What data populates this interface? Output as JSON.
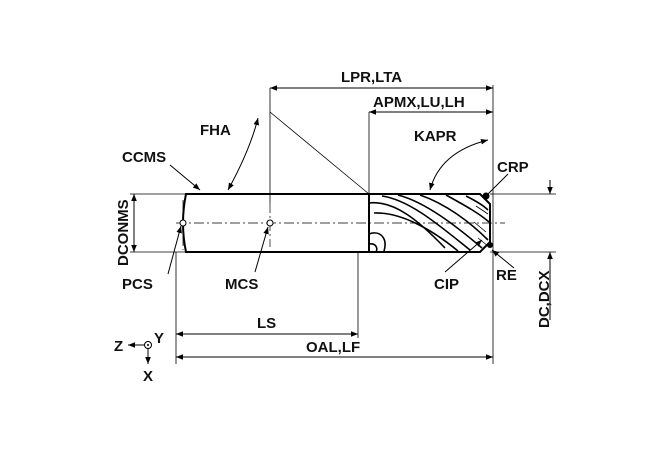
{
  "diagram": {
    "labels": {
      "lpr_lta": "LPR,LTA",
      "apmx_lu_lh": "APMX,LU,LH",
      "fha": "FHA",
      "kapr": "KAPR",
      "ccms": "CCMS",
      "crp": "CRP",
      "dconms": "DCONMS",
      "pcs": "PCS",
      "mcs": "MCS",
      "cip": "CIP",
      "re": "RE",
      "dc_dcx": "DC,DCX",
      "ls": "LS",
      "oal_lf": "OAL,LF",
      "axis_z": "Z",
      "axis_y": "Y",
      "axis_x": "X"
    }
  }
}
